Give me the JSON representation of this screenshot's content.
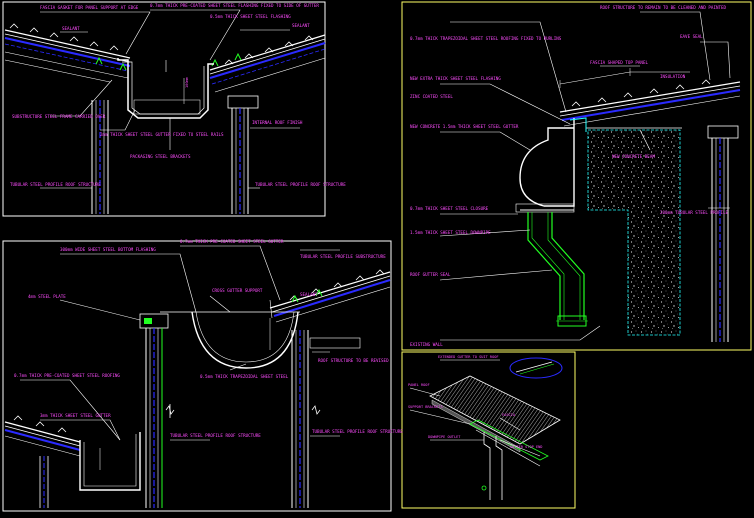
{
  "drawing": {
    "colors": {
      "background": "#000000",
      "frame": "#ffffff",
      "frame_highlight": "#ffff66",
      "annotation": "#ff4dff",
      "steel": "#2a2aff",
      "downpipe": "#22ff22",
      "insulation": "#22ffff",
      "concrete": "#d8d8d8"
    },
    "panels": {
      "top_left": {
        "notes": [
          "FASCIA GASKET FOR PANEL SUPPORT AT EDGE",
          "SEALANT",
          "0.7mm THICK PRE-COATED SHEET STEEL FLASHING FIXED TO SIDE OF GUTTER",
          "SEALANT",
          "0.5mm THICK SHEET STEEL FLASHING",
          "SUBSTRUCTURE STEEL FRAME CARRIED OVER",
          "2mm THICK SHEET STEEL GUTTER FIXED TO STEEL RAILS",
          "PACKAGING STEEL BRACKETS",
          "INTERNAL ROOF FINISH",
          "TUBULAR STEEL PROFILE ROOF STRUCTURE",
          "TUBULAR STEEL PROFILE ROOF STRUCTURE"
        ]
      },
      "right": {
        "notes": [
          "0.7mm THICK TRAPEZOIDAL SHEET STEEL ROOFING FIXED TO PURLINS",
          "ROOF STRUCTURE TO REMAIN TO BE CLEANED AND PAINTED",
          "EAVE SEAL",
          "FASCIA SHAPED TOP PANEL",
          "INSULATION",
          "NEW EXTRA THICK SHEET STEEL FLASHING",
          "ZINC COATED STEEL",
          "NEW CONCRETE BEAM",
          "NEW CONCRETE 1.5mm THICK SHEET STEEL GUTTER",
          "0.7mm THICK SHEET STEEL CLOSURE",
          "1.5mm THICK SHEET STEEL DOWNPIPE",
          "200mm TUBULAR STEEL PROFILE",
          "EXISTING WALL",
          "ROOF GUTTER SEAL"
        ]
      },
      "bottom_left": {
        "notes": [
          "TUBULAR STEEL PROFILE SUBSTRUCTURE",
          "300mm WIDE SHEET STEEL BOTTOM FLASHING",
          "0.7mm THICK PRE-COATED SHEET STEEL GUTTER",
          "CROSS GUTTER SUPPORT",
          "SEALANT",
          "4mm STEEL PLATE",
          "TUBULAR STEEL PROFILE ROOF STRUCTURE",
          "3mm THICK SHEET STEEL GUTTER",
          "TUBULAR STEEL PROFILE ROOF STRUCTURE",
          "0.7mm THICK PRE-COATED SHEET STEEL ROOFING",
          "ROOF STRUCTURE TO BE REVISED",
          "0.5mm THICK TRAPEZOIDAL SHEET STEEL"
        ]
      },
      "iso": {
        "notes": [
          "EXTENDED GUTTER TO SUIT ROOF",
          "PANEL ROOF",
          "SUPPORT BRACKETS",
          "DOWNPIPE OUTLET",
          "FASCIA",
          "GUTTER STOP END"
        ]
      }
    }
  }
}
